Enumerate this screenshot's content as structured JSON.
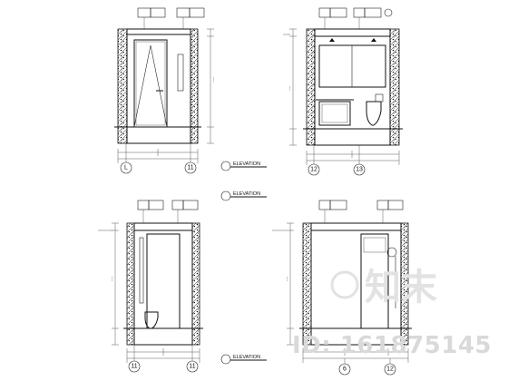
{
  "drawing": {
    "elevations": [
      {
        "id": "top-left",
        "title": "ELEVATION",
        "grid_bubbles": [
          "L",
          "11"
        ]
      },
      {
        "id": "top-right",
        "title": "",
        "grid_bubbles": [
          "12",
          "13"
        ]
      },
      {
        "id": "bottom-left",
        "title": "ELEVATION",
        "grid_bubbles": [
          "11",
          "11"
        ]
      },
      {
        "id": "bottom-right",
        "title": "ELEVATION",
        "grid_bubbles": [
          "6",
          "12"
        ]
      }
    ],
    "colors": {
      "ink": "#111111",
      "paper": "#ffffff",
      "watermark": "#d9d9d9"
    }
  },
  "watermark": {
    "logo_text": "知末",
    "id_text": "ID: 161875145"
  }
}
